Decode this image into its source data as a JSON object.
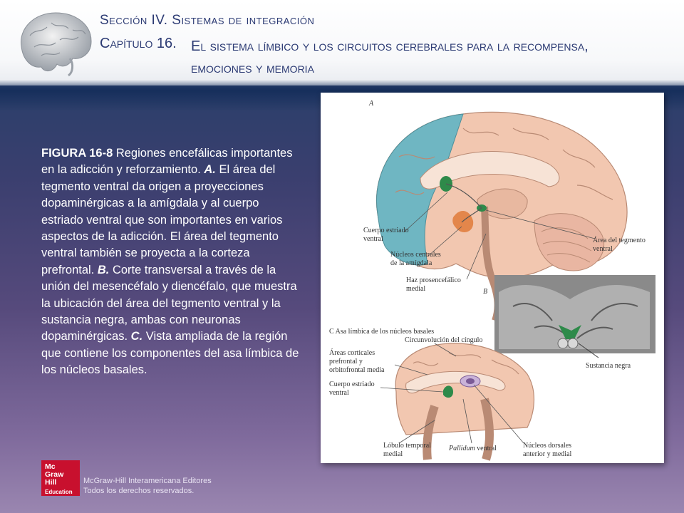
{
  "header": {
    "section": "Sección IV. Sistemas de integración",
    "chapter_number": "Capítulo 16.",
    "chapter_title": "El sistema límbico y los circuitos cerebrales para la recompensa, emociones y memoria"
  },
  "caption": {
    "figure_label": "FIGURA 16-8",
    "intro": " Regiones encefálicas importantes en la adicción y reforzamiento. ",
    "part_a_label": "A.",
    "part_a_text": " El área del tegmento ventral da origen a proyecciones dopaminérgicas a la amígdala y al cuerpo estriado ventral que son importantes en varios aspectos de la adicción. El área del tegmento ventral también se proyecta a la corteza prefrontal. ",
    "part_b_label": "B.",
    "part_b_text": " Corte transversal a través de la unión del mesencéfalo y diencéfalo, que muestra la ubicación del área del tegmento ventral y la sustancia negra, ambas con neuronas dopaminérgicas. ",
    "part_c_label": "C.",
    "part_c_text": " Vista ampliada de la región que contiene los componentes del asa límbica de los núcleos basales."
  },
  "figure": {
    "panel_a": "A",
    "panel_b": "B",
    "panel_c_title": "C  Asa límbica de los núcleos basales",
    "labels": {
      "cuerpo_estriado_a_1": "Cuerpo estriado",
      "cuerpo_estriado_a_2": "ventral",
      "nucleos_amigdala_1": "Núcleos centrales",
      "nucleos_amigdala_2": "de la amígdala",
      "haz_1": "Haz prosencefálico",
      "haz_2": "medial",
      "area_tegmento_1": "Área del tegmento",
      "area_tegmento_2": "ventral",
      "circunvolucion": "Circunvolución del cíngulo",
      "areas_corticales_1": "Áreas corticales",
      "areas_corticales_2": "prefrontal y",
      "areas_corticales_3": "orbitofrontal media",
      "cuerpo_estriado_c_1": "Cuerpo estriado",
      "cuerpo_estriado_c_2": "ventral",
      "sustancia_negra": "Sustancia negra",
      "lobulo_1": "Lóbulo temporal",
      "lobulo_2": "medial",
      "pallidum_italic": "Pallidum",
      "pallidum_rest": " ventral",
      "nucleos_dorsales_1": "Núcleos dorsales",
      "nucleos_dorsales_2": "anterior y medial"
    }
  },
  "footer": {
    "logo_line1": "Mc",
    "logo_line2": "Graw",
    "logo_line3": "Hill",
    "logo_line4": "Education",
    "publisher": "McGraw-Hill Interamericana Editores",
    "rights": "Todos los derechos reservados."
  },
  "colors": {
    "title": "#2b3a73",
    "prefrontal": "#6fb6c2",
    "dopamine_green": "#2e8a4a",
    "amygdala_orange": "#e07a3a",
    "brain_tissue": "#f2c7b0",
    "mh_red": "#c8102e"
  }
}
